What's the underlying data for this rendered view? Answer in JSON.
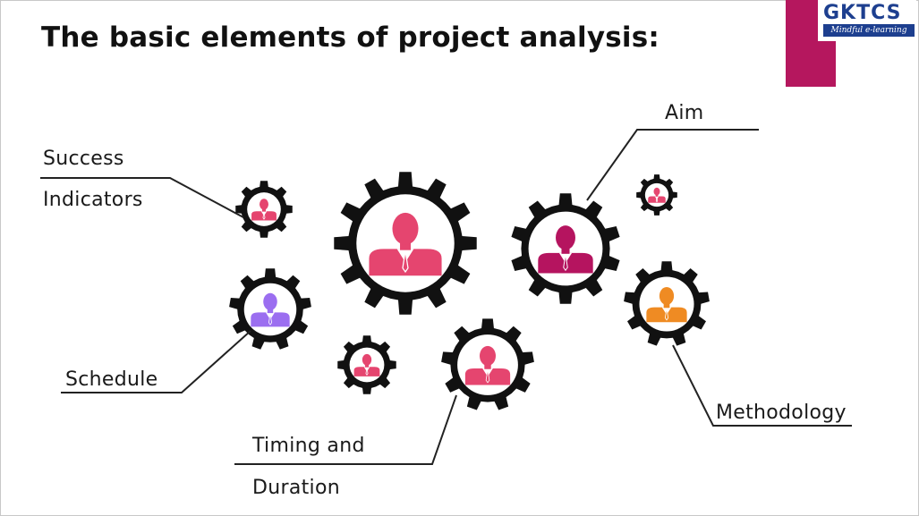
{
  "slide": {
    "title": "The basic elements of project analysis:"
  },
  "logo": {
    "name": "GKTCS",
    "tagline": "Mindful e-learning"
  },
  "labels": {
    "aim": "Aim",
    "success_line1": "Success",
    "success_line2": "Indicators",
    "schedule": "Schedule",
    "methodology": "Methodology",
    "timing_line1": "Timing and",
    "timing_line2": "Duration"
  },
  "colors": {
    "gear": "#111111",
    "pink": "#e5456f",
    "magenta": "#b5145f",
    "purple": "#9b6ef0",
    "orange": "#ef8b23",
    "accent": "#b5175e",
    "logo_blue": "#1d3f8f",
    "line": "#222222"
  },
  "icons": [
    "gear-icon",
    "person-icon"
  ]
}
